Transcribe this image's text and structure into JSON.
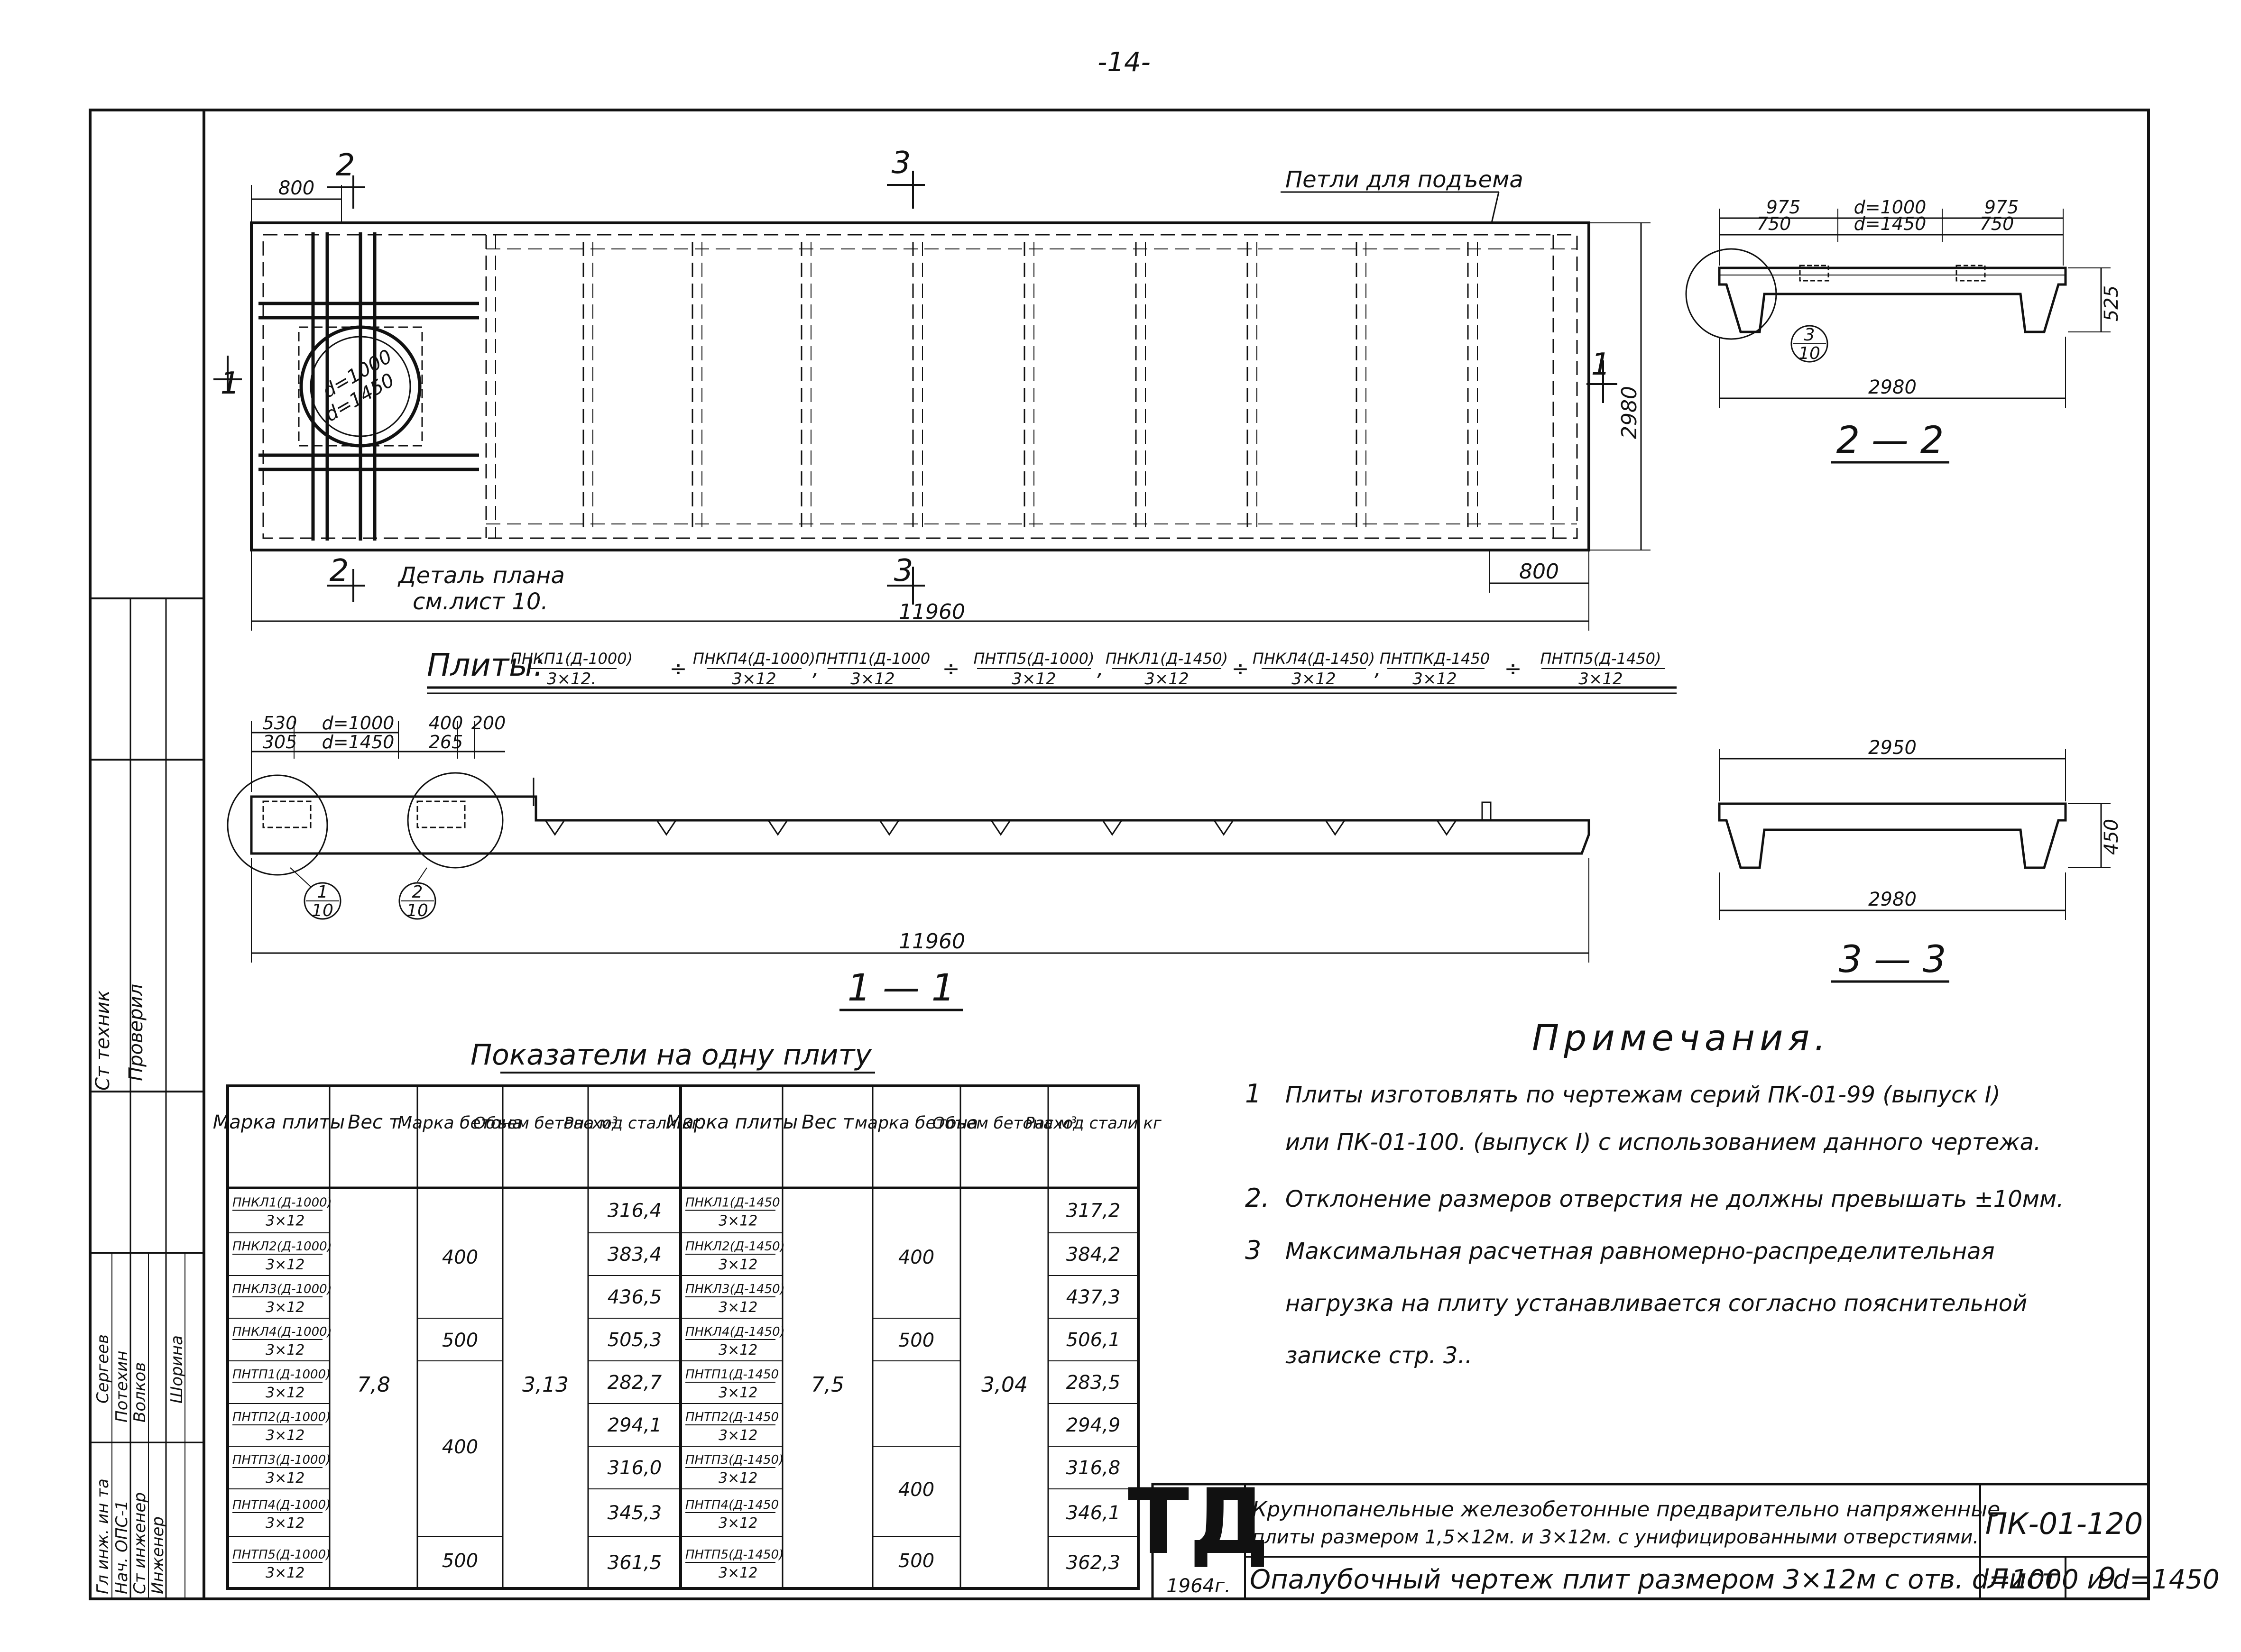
{
  "page_number": "-14-",
  "side_stamp": {
    "roles": [
      "Ст техник",
      "Проверил",
      "Гл инж. ин та",
      "Нач. ОПС-1",
      "Ст инженер",
      "Инженер"
    ],
    "names": [
      "Сергеев",
      "Потехин",
      "Волков",
      "Шорина"
    ]
  },
  "plan_view": {
    "dim_800_left": "800",
    "section_2_top": "2",
    "section_3_top": "3",
    "lifting_loops": "Петли для подъема",
    "hole_d1": "d=1000",
    "hole_d2": "d=1450",
    "section_1_side": "1",
    "section_1_right": "1",
    "dim_2980": "2980",
    "section_2_bottom": "2",
    "detail_note_1": "Деталь плана",
    "detail_note_2": "см.лист 10.",
    "section_3_bottom": "3",
    "dim_11960": "11960",
    "dim_800_right": "800"
  },
  "slabs_line": {
    "label": "Плиты:",
    "items": [
      {
        "num": "ПНКП1(Д-1000)",
        "den": "3×12."
      },
      {
        "num": "ПНКП4(Д-1000)",
        "den": "3×12"
      },
      {
        "num": "ПНТП1(Д-1000",
        "den": "3×12"
      },
      {
        "num": "ПНТП5(Д-1000)",
        "den": "3×12"
      },
      {
        "num": "ПНКЛ1(Д-1450)",
        "den": "3×12"
      },
      {
        "num": "ПНКЛ4(Д-1450)",
        "den": "3×12"
      },
      {
        "num": "ПНТПКД-1450",
        "den": "3×12"
      },
      {
        "num": "ПНТП5(Д-1450)",
        "den": "3×12"
      }
    ]
  },
  "section_1_1": {
    "dim_530": "530",
    "dim_305": "305",
    "dim_d1000": "d=1000",
    "dim_d1450": "d=1450",
    "dim_400": "400",
    "dim_265": "265",
    "dim_200": "200",
    "callout_1_num": "1",
    "callout_1_den": "10",
    "callout_2_num": "2",
    "callout_2_den": "10",
    "dim_11960": "11960",
    "caption": "1 — 1"
  },
  "section_2_2": {
    "dim_975_l": "975",
    "dim_d1000": "d=1000",
    "dim_975_r": "975",
    "dim_750_l": "750",
    "dim_d1450": "d=1450",
    "dim_750_r": "750",
    "dim_525": "525",
    "callout_num": "3",
    "callout_den": "10",
    "dim_2980": "2980",
    "caption": "2 — 2"
  },
  "section_3_3": {
    "dim_2950": "2950",
    "dim_450": "450",
    "dim_2980": "2980",
    "caption": "3 — 3"
  },
  "table": {
    "title": "Показатели на одну плиту",
    "headers": [
      "Марка плиты",
      "Вес т",
      "Марка бетона",
      "Объем бетона м³",
      "Расход стали кг."
    ],
    "headers_right": [
      "Марка плиты",
      "Вес т",
      "марка бетона",
      "Объем бетона м³",
      "Расход стали кг"
    ],
    "left": {
      "marks": [
        {
          "num": "ПНКЛ1(Д-1000)",
          "den": "3×12"
        },
        {
          "num": "ПНКЛ2(Д-1000)",
          "den": "3×12"
        },
        {
          "num": "ПНКЛ3(Д-1000)",
          "den": "3×12"
        },
        {
          "num": "ПНКЛ4(Д-1000)",
          "den": "3×12"
        },
        {
          "num": "ПНТП1(Д-1000)",
          "den": "3×12"
        },
        {
          "num": "ПНТП2(Д-1000)",
          "den": "3×12"
        },
        {
          "num": "ПНТП3(Д-1000)",
          "den": "3×12"
        },
        {
          "num": "ПНТП4(Д-1000)",
          "den": "3×12"
        },
        {
          "num": "ПНТП5(Д-1000)",
          "den": "3×12"
        }
      ],
      "weight": "7,8",
      "concrete_grades": [
        "400",
        "500",
        "400",
        "500"
      ],
      "volume": "3,13",
      "steel": [
        "316,4",
        "383,4",
        "436,5",
        "505,3",
        "282,7",
        "294,1",
        "316,0",
        "345,3",
        "361,5"
      ]
    },
    "right": {
      "marks": [
        {
          "num": "ПНКЛ1(Д-1450",
          "den": "3×12"
        },
        {
          "num": "ПНКЛ2(Д-1450)",
          "den": "3×12"
        },
        {
          "num": "ПНКЛ3(Д-1450)",
          "den": "3×12"
        },
        {
          "num": "ПНКЛ4(Д-1450)",
          "den": "3×12"
        },
        {
          "num": "ПНТП1(Д-1450",
          "den": "3×12"
        },
        {
          "num": "ПНТП2(Д-1450",
          "den": "3×12"
        },
        {
          "num": "ПНТП3(Д-1450)",
          "den": "3×12"
        },
        {
          "num": "ПНТП4(Д-1450",
          "den": "3×12"
        },
        {
          "num": "ПНТП5(Д-1450)",
          "den": "3×12"
        }
      ],
      "weight": "7,5",
      "concrete_grades": [
        "400",
        "500",
        "400",
        "500"
      ],
      "volume": "3,04",
      "steel": [
        "317,2",
        "384,2",
        "437,3",
        "506,1",
        "283,5",
        "294,9",
        "316,8",
        "346,1",
        "362,3"
      ]
    }
  },
  "notes": {
    "title": "Примечания.",
    "lines": [
      {
        "num": "1",
        "text": "Плиты изготовлять по чертежам серий  ПК-01-99 (выпуск I)"
      },
      {
        "num": "",
        "text": "или ПК-01-100. (выпуск I) с использованием данного чертежа."
      },
      {
        "num": "2.",
        "text": "Отклонение размеров отверстия не должны превышать ±10мм."
      },
      {
        "num": "3",
        "text": "Максимальная расчетная равномерно-распределительная"
      },
      {
        "num": "",
        "text": "нагрузка на плиту устанавливается согласно пояснительной"
      },
      {
        "num": "",
        "text": "записке стр. 3.."
      }
    ]
  },
  "title_block": {
    "logo": "ТД",
    "year": "1964г.",
    "desc_line1": "Крупнопанельные железобетонные предварительно напряженные",
    "desc_line2": "плиты размером 1,5×12м. и 3×12м. с унифицированными отверстиями.",
    "series": "ПК-01-120",
    "sheet_title": "Опалубочный чертеж плит размером 3×12м с отв. d=1000 и d=1450",
    "sheet_label": "Лист",
    "sheet_number": "9"
  }
}
